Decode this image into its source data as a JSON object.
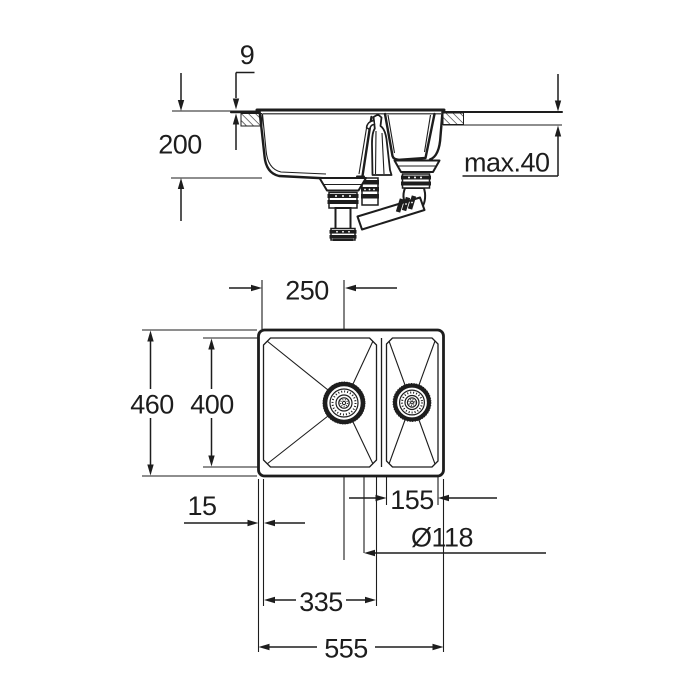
{
  "page": {
    "background": "#ffffff",
    "line_color": "#1d1d1d",
    "description": "Technical dimension drawing of a 1.5-bowl kitchen sink with drain assembly, side section view above and top plan view below"
  },
  "section_view": {
    "name": "side-section-view",
    "dim_rim_above_counter": "9",
    "dim_bowl_depth": "200",
    "dim_counter_thickness_max": "max.40"
  },
  "plan_view": {
    "name": "top-plan-view",
    "dim_drain_offset": "250",
    "dim_overall_depth": "460",
    "dim_inner_depth": "400",
    "dim_left_inset": "15",
    "dim_small_bowl_width": "155",
    "dim_drain_diameter": "Ø118",
    "dim_main_bowl_inner_width": "335",
    "dim_overall_width": "555"
  }
}
